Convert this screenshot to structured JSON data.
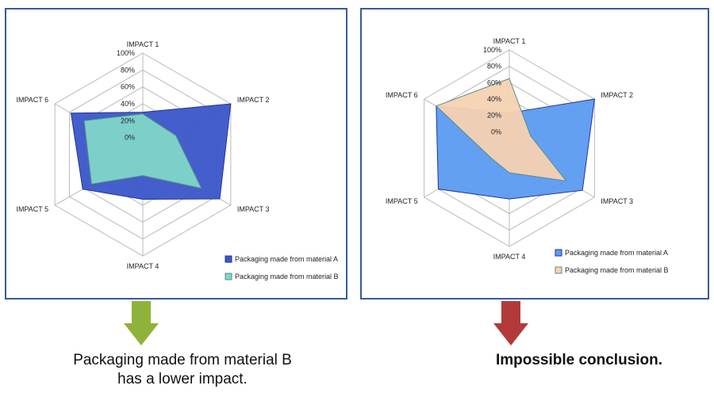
{
  "chart_data": [
    {
      "type": "radar",
      "axes": [
        "IMPACT 1",
        "IMPACT 2",
        "IMPACT 3",
        "IMPACT 4",
        "IMPACT 5",
        "IMPACT 6"
      ],
      "ticks": [
        "0%",
        "20%",
        "40%",
        "60%",
        "80%",
        "100%"
      ],
      "range": [
        -20,
        100
      ],
      "series": [
        {
          "name": "Packaging made from material A",
          "values": [
            30,
            100,
            85,
            33,
            62,
            78
          ],
          "color": "#3a56c8"
        },
        {
          "name": "Packaging made from material B",
          "values": [
            28,
            25,
            60,
            5,
            50,
            60
          ],
          "color": "#7fd6c8"
        }
      ],
      "legend": "bottom-right"
    },
    {
      "type": "radar",
      "axes": [
        "IMPACT 1",
        "IMPACT 2",
        "IMPACT 3",
        "IMPACT 4",
        "IMPACT 5",
        "IMPACT 6"
      ],
      "ticks": [
        "0%",
        "20%",
        "40%",
        "60%",
        "80%",
        "100%"
      ],
      "range": [
        -20,
        100
      ],
      "series": [
        {
          "name": "Packaging made from material A",
          "values": [
            23,
            100,
            83,
            42,
            80,
            83
          ],
          "color": "#5b9bf0"
        },
        {
          "name": "Packaging made from material B",
          "values": [
            65,
            10,
            60,
            10,
            5,
            83
          ],
          "color": "#f6d2b2"
        }
      ],
      "legend": "bottom-right"
    }
  ],
  "conclusions": {
    "left_line1": "Packaging made from material B",
    "left_line2": "has a lower impact.",
    "right": "Impossible conclusion."
  },
  "colors": {
    "frame": "#3a5a9a",
    "arrow_left": "#8fb33a",
    "arrow_right": "#b23a3a"
  }
}
